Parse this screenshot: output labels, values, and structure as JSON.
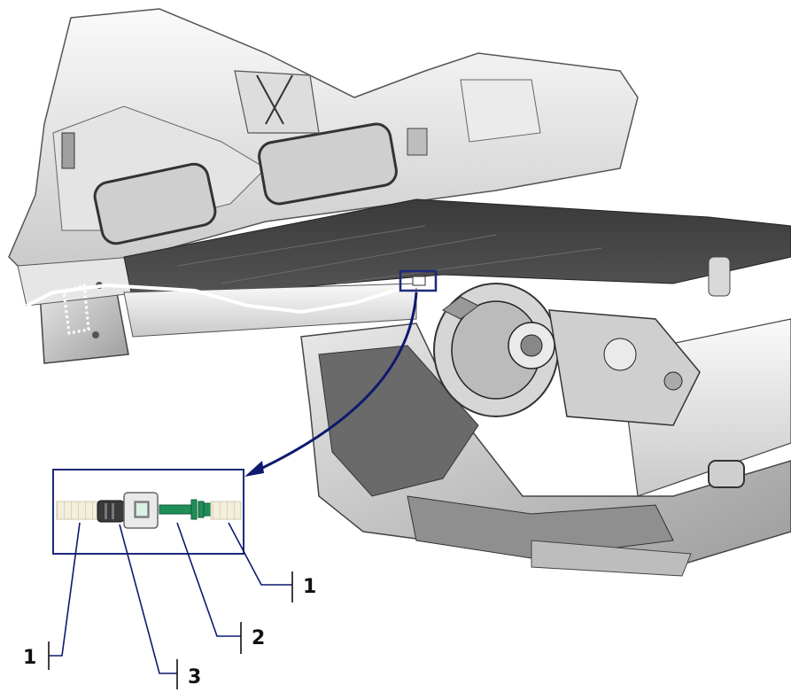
{
  "callouts": [
    {
      "id": "c1-right",
      "label": "1"
    },
    {
      "id": "c2",
      "label": "2"
    },
    {
      "id": "c1-left",
      "label": "1"
    },
    {
      "id": "c3",
      "label": "3"
    }
  ],
  "colors": {
    "leader": "#0d1a6e",
    "inset_border": "#1c2a7c",
    "fuel_line": "#f5f2e4",
    "connector_green": "#1f8f5a",
    "panel_shade": "#4a4a4a"
  }
}
